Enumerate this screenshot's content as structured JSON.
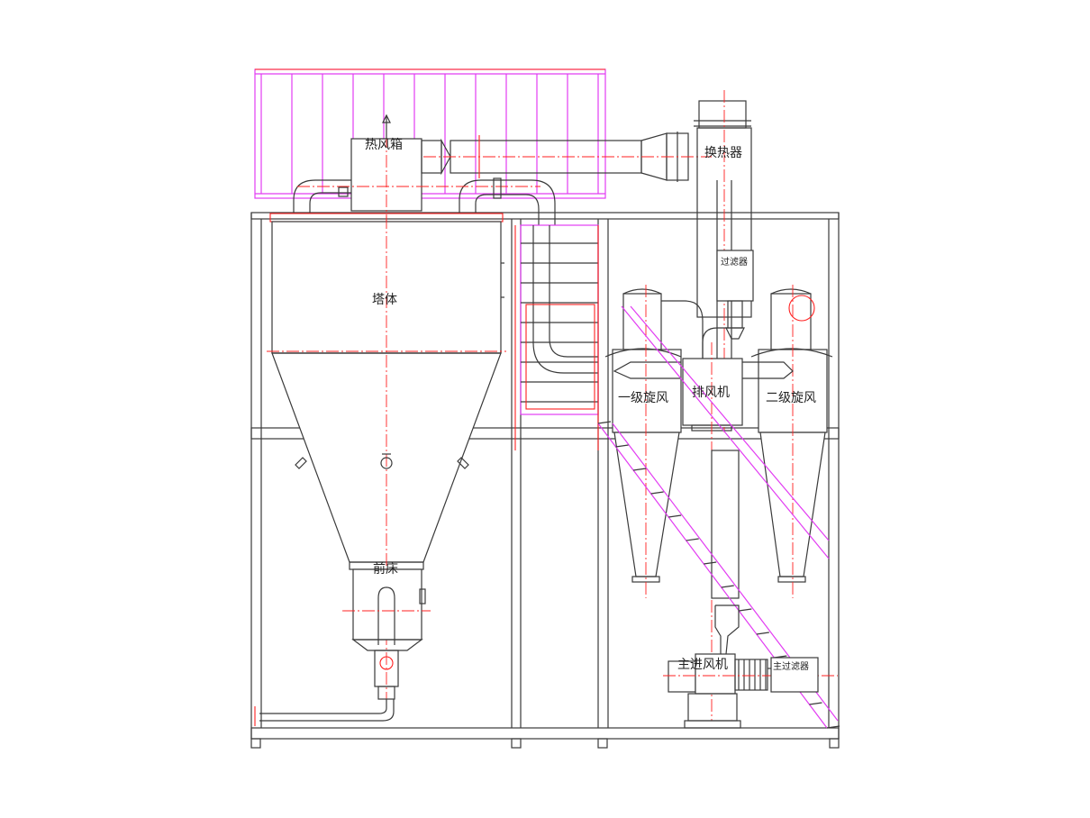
{
  "colors": {
    "frame": "#3a3a3a",
    "platform": "#e23cf2",
    "centerline": "#ff2020",
    "background": "#ffffff"
  },
  "labels": {
    "hot_air_box": "热风箱",
    "heat_exchanger": "换热器",
    "tower_body": "塔体",
    "filter": "过滤器",
    "primary_cyclone": "一级旋风",
    "exhaust_fan": "排风机",
    "secondary_cyclone": "二级旋风",
    "main_inlet_fan": "主进风机",
    "main_filter": "主过滤器",
    "front_bed": "前床"
  }
}
